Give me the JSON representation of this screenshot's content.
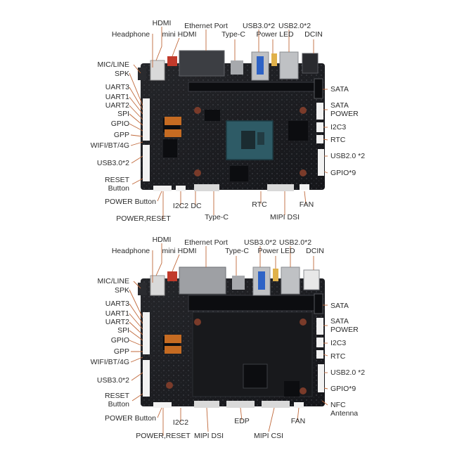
{
  "colors": {
    "leader": "#c0693b",
    "text": "#2b2b2b",
    "pcb": "#1b1c1f",
    "soc": "#2e5b66"
  },
  "boards": [
    {
      "id": "board-1",
      "top_labels": [
        "HDMI",
        "Ethernet Port",
        "USB3.0*2",
        "USB2.0*2",
        "Headphone",
        "mini HDMI",
        "Type-C",
        "Power LED",
        "DCIN"
      ],
      "left_labels": [
        "MIC/LINE",
        "SPK",
        "UART3",
        "UART1",
        "UART2",
        "SPI",
        "GPIO",
        "GPP",
        "WIFI/BT/4G",
        "USB3.0*2",
        "RESET",
        "Button",
        "POWER Button"
      ],
      "right_labels": [
        "SATA",
        "SATA",
        "POWER",
        "I2C3",
        "RTC",
        "USB2.0 *2",
        "GPIO*9"
      ],
      "bottom_labels": [
        "POWER,RESET",
        "I2C2",
        "DC",
        "Type-C",
        "RTC",
        "MIPI DSI",
        "FAN"
      ]
    },
    {
      "id": "board-2",
      "top_labels": [
        "HDMI",
        "Ethernet Port",
        "USB3.0*2",
        "USB2.0*2",
        "Headphone",
        "mini HDMI",
        "Type-C",
        "Power LED",
        "DCIN"
      ],
      "left_labels": [
        "MIC/LINE",
        "SPK",
        "UART3",
        "UART1",
        "UART2",
        "SPI",
        "GPIO",
        "GPP",
        "WIFI/BT/4G",
        "USB3.0*2",
        "RESET",
        "Button",
        "POWER Button"
      ],
      "right_labels": [
        "SATA",
        "SATA",
        "POWER",
        "I2C3",
        "RTC",
        "USB2.0 *2",
        "GPIO*9",
        "NFC",
        "Antenna"
      ],
      "bottom_labels": [
        "POWER,RESET",
        "I2C2",
        "MIPI DSI",
        "EDP",
        "MIPI CSI",
        "FAN"
      ]
    }
  ]
}
